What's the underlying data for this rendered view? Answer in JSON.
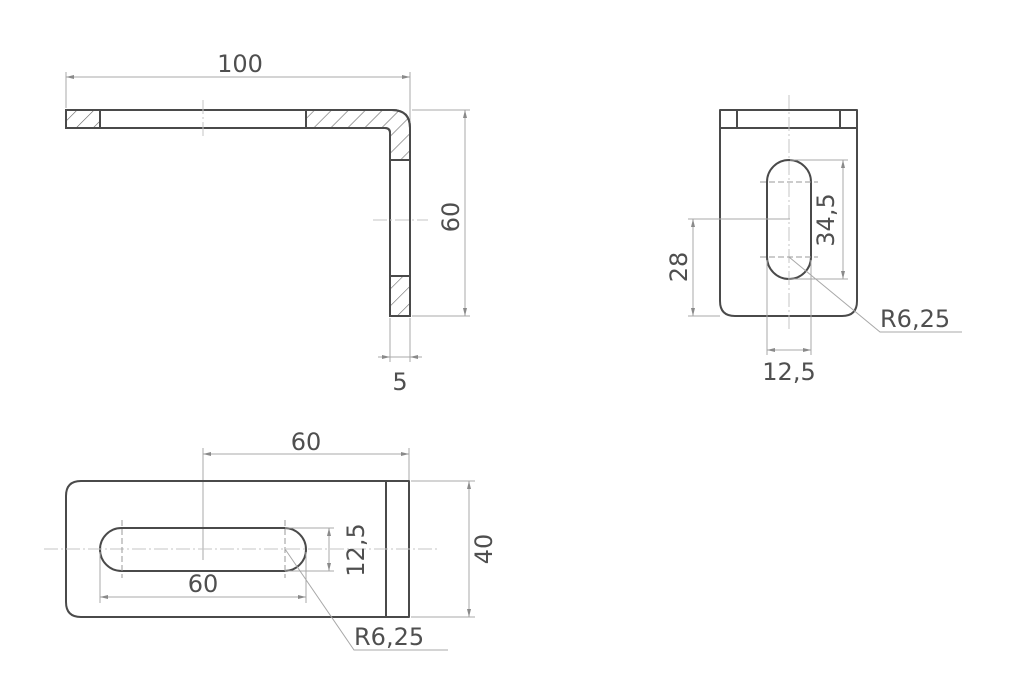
{
  "drawing": {
    "title": "L-bracket technical drawing",
    "colors": {
      "outline": "#4a4a4a",
      "dimension": "#a8a8a8",
      "text": "#4f4f4f",
      "background": "#ffffff"
    },
    "views": {
      "side_view": {
        "dimensions": {
          "overall_length": "100",
          "leg_height": "60",
          "thickness": "5"
        }
      },
      "end_view": {
        "dimensions": {
          "slot_length": "34,5",
          "slot_center_height": "28",
          "slot_width": "12,5",
          "slot_radius": "R6,25"
        }
      },
      "top_view": {
        "dimensions": {
          "slot_offset": "60",
          "slot_length": "60",
          "slot_width": "12,5",
          "overall_width": "40",
          "slot_radius": "R6,25"
        }
      }
    }
  }
}
